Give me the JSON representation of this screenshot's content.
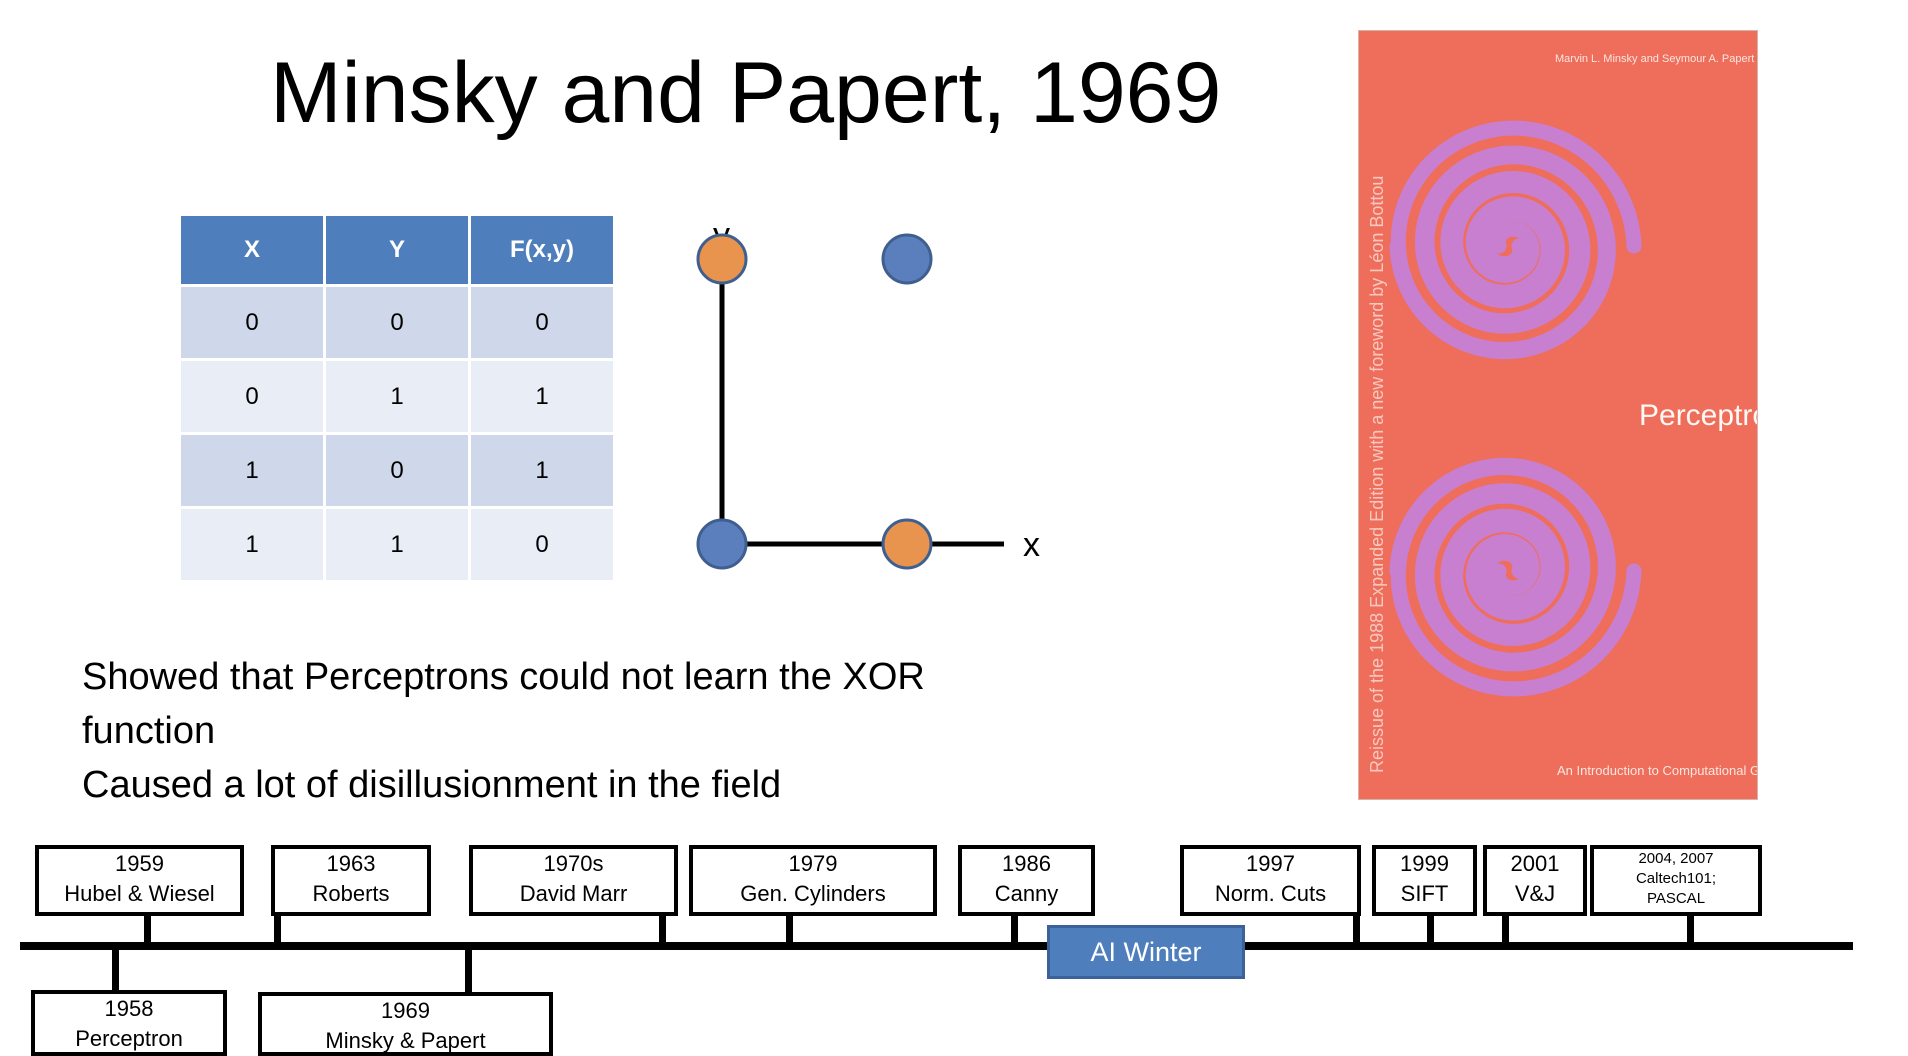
{
  "title": "Minsky and Papert, 1969",
  "table": {
    "headers": [
      "X",
      "Y",
      "F(x,y)"
    ],
    "rows": [
      [
        "0",
        "0",
        "0"
      ],
      [
        "0",
        "1",
        "1"
      ],
      [
        "1",
        "0",
        "1"
      ],
      [
        "1",
        "1",
        "0"
      ]
    ]
  },
  "plot": {
    "x_label": "x",
    "y_label": "y",
    "points": [
      {
        "x": 0,
        "y": 0,
        "color": "#5b7fbd"
      },
      {
        "x": 1,
        "y": 0,
        "color": "#e8944f"
      },
      {
        "x": 0,
        "y": 1,
        "color": "#e8944f"
      },
      {
        "x": 1,
        "y": 1,
        "color": "#5b7fbd"
      }
    ]
  },
  "body": {
    "line1": "Showed that Perceptrons could not learn the XOR",
    "line2": "function",
    "line3": "Caused a lot of disillusionment in the field"
  },
  "book": {
    "authors": "Marvin L. Minsky and Seymour A. Papert",
    "side_text": "Reissue of the 1988 Expanded Edition with a new foreword by Léon Bottou",
    "title": "Perceptrons",
    "subtitle": "An Introduction to Computational Geometry",
    "background_color": "#ee6e5b",
    "spiral_color": "#c87fd0"
  },
  "timeline": {
    "above": [
      {
        "year": "1959",
        "label": "Hubel & Wiesel"
      },
      {
        "year": "1963",
        "label": "Roberts"
      },
      {
        "year": "1970s",
        "label": "David Marr"
      },
      {
        "year": "1979",
        "label": "Gen. Cylinders"
      },
      {
        "year": "1986",
        "label": "Canny"
      },
      {
        "year": "1997",
        "label": "Norm. Cuts"
      },
      {
        "year": "1999",
        "label": "SIFT"
      },
      {
        "year": "2001",
        "label": "V&J"
      },
      {
        "year": "2004, 2007",
        "label": "Caltech101;",
        "label2": "PASCAL"
      }
    ],
    "below": [
      {
        "year": "1958",
        "label": "Perceptron"
      },
      {
        "year": "1969",
        "label": "Minsky & Papert"
      }
    ],
    "ai_winter": "AI Winter",
    "accent_color": "#4f7ebd"
  }
}
